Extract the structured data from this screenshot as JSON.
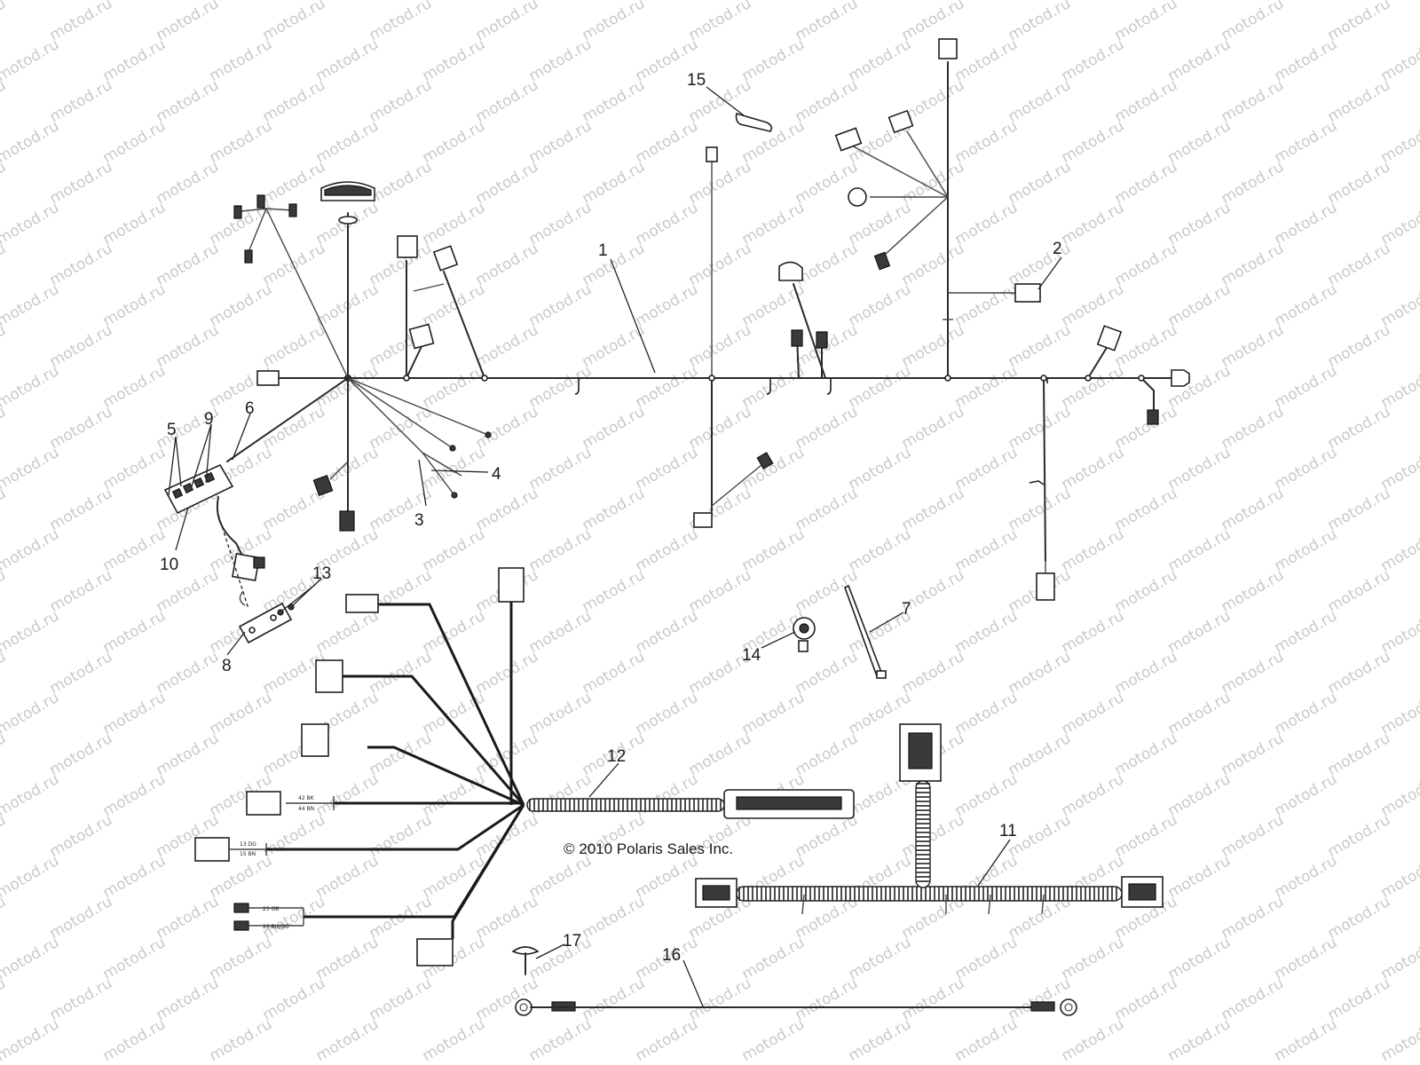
{
  "watermark": "motod.ru",
  "copyright": "© 2010 Polaris Sales Inc.",
  "callouts": [
    "1",
    "2",
    "3",
    "4",
    "5",
    "6",
    "7",
    "8",
    "9",
    "10",
    "11",
    "12",
    "13",
    "14",
    "15",
    "16",
    "17"
  ],
  "wire_codes": [
    "42 BK",
    "44 BN",
    "13 DG",
    "15 BN",
    "25 GB",
    "26 BU/DG"
  ]
}
